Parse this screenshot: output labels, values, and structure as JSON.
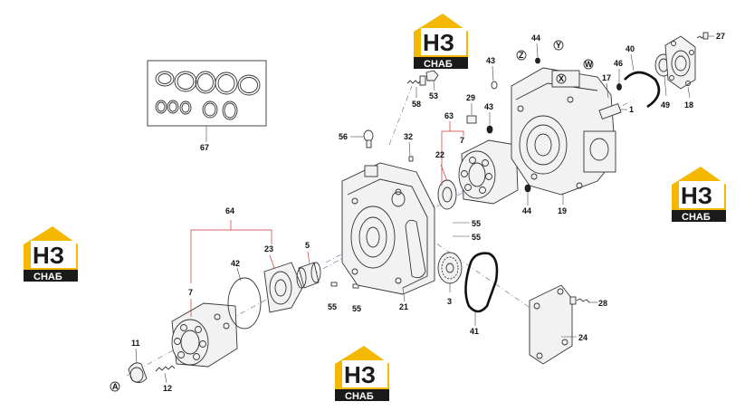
{
  "watermark": {
    "brand_mark": "НЗ",
    "brand_text": "СНАБ",
    "color_yellow": "#f5b800",
    "color_dark": "#1a1a1a"
  },
  "callouts": {
    "c1": "1",
    "c3": "3",
    "c5": "5",
    "c7a": "7",
    "c7b": "7",
    "c11": "11",
    "c12": "12",
    "c17": "17",
    "c18": "18",
    "c19": "19",
    "c21": "21",
    "c22": "22",
    "c23": "23",
    "c24": "24",
    "c27": "27",
    "c28": "28",
    "c29": "29",
    "c32": "32",
    "c40": "40",
    "c41": "41",
    "c42": "42",
    "c43a": "43",
    "c43b": "43",
    "c44a": "44",
    "c44b": "44",
    "c46": "46",
    "c49": "49",
    "c53": "53",
    "c55a": "55",
    "c55b": "55",
    "c55c": "55",
    "c55d": "55",
    "c56": "56",
    "c58": "58",
    "c63": "63",
    "c64": "64",
    "c67": "67"
  },
  "port_markers": {
    "A": "A",
    "W": "W",
    "X": "X",
    "Y": "Y",
    "Z": "Z"
  }
}
